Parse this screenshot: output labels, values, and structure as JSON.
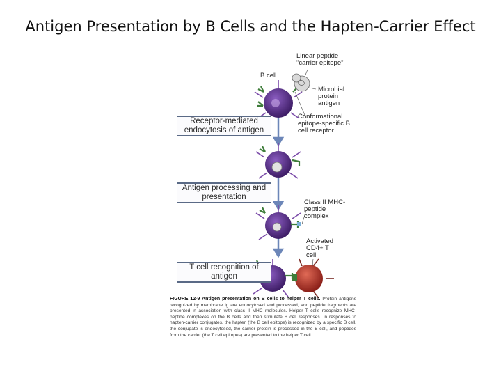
{
  "slide": {
    "title": "Antigen Presentation by B Cells and the Hapten-Carrier Effect"
  },
  "figure": {
    "labels": {
      "b_cell": "B cell",
      "linear_peptide": "Linear peptide \"carrier epitope\"",
      "microbial": "Microbial protein antigen",
      "conformational": "Conformational epitope-specific B cell receptor",
      "class2": "Class II MHC-peptide complex",
      "activated": "Activated CD4+ T cell"
    },
    "steps": [
      "Receptor-mediated endocytosis of antigen",
      "Antigen processing and presentation",
      "T cell recognition of antigen"
    ],
    "caption": {
      "heading": "FIGURE 12-9 Antigen presentation on B cells to helper T cells.",
      "body": "Protein antigens recognized by membrane Ig are endocytosed and processed, and peptide fragments are presented in association with class II MHC molecules. Helper T cells recognize MHC-peptide complexes on the B cells and then stimulate B cell responses. In responses to hapten-carrier conjugates, the hapten (the B cell epitope) is recognized by a specific B cell, the conjugate is endocytosed, the carrier protein is processed in the B cell, and peptides from the carrier (the T cell epitopes) are presented to the helper T cell."
    },
    "colors": {
      "b_cell": "#5b2c8a",
      "t_cell": "#b8342a",
      "receptor": "#3f7d3a",
      "arrow": "#6c86b8"
    }
  }
}
